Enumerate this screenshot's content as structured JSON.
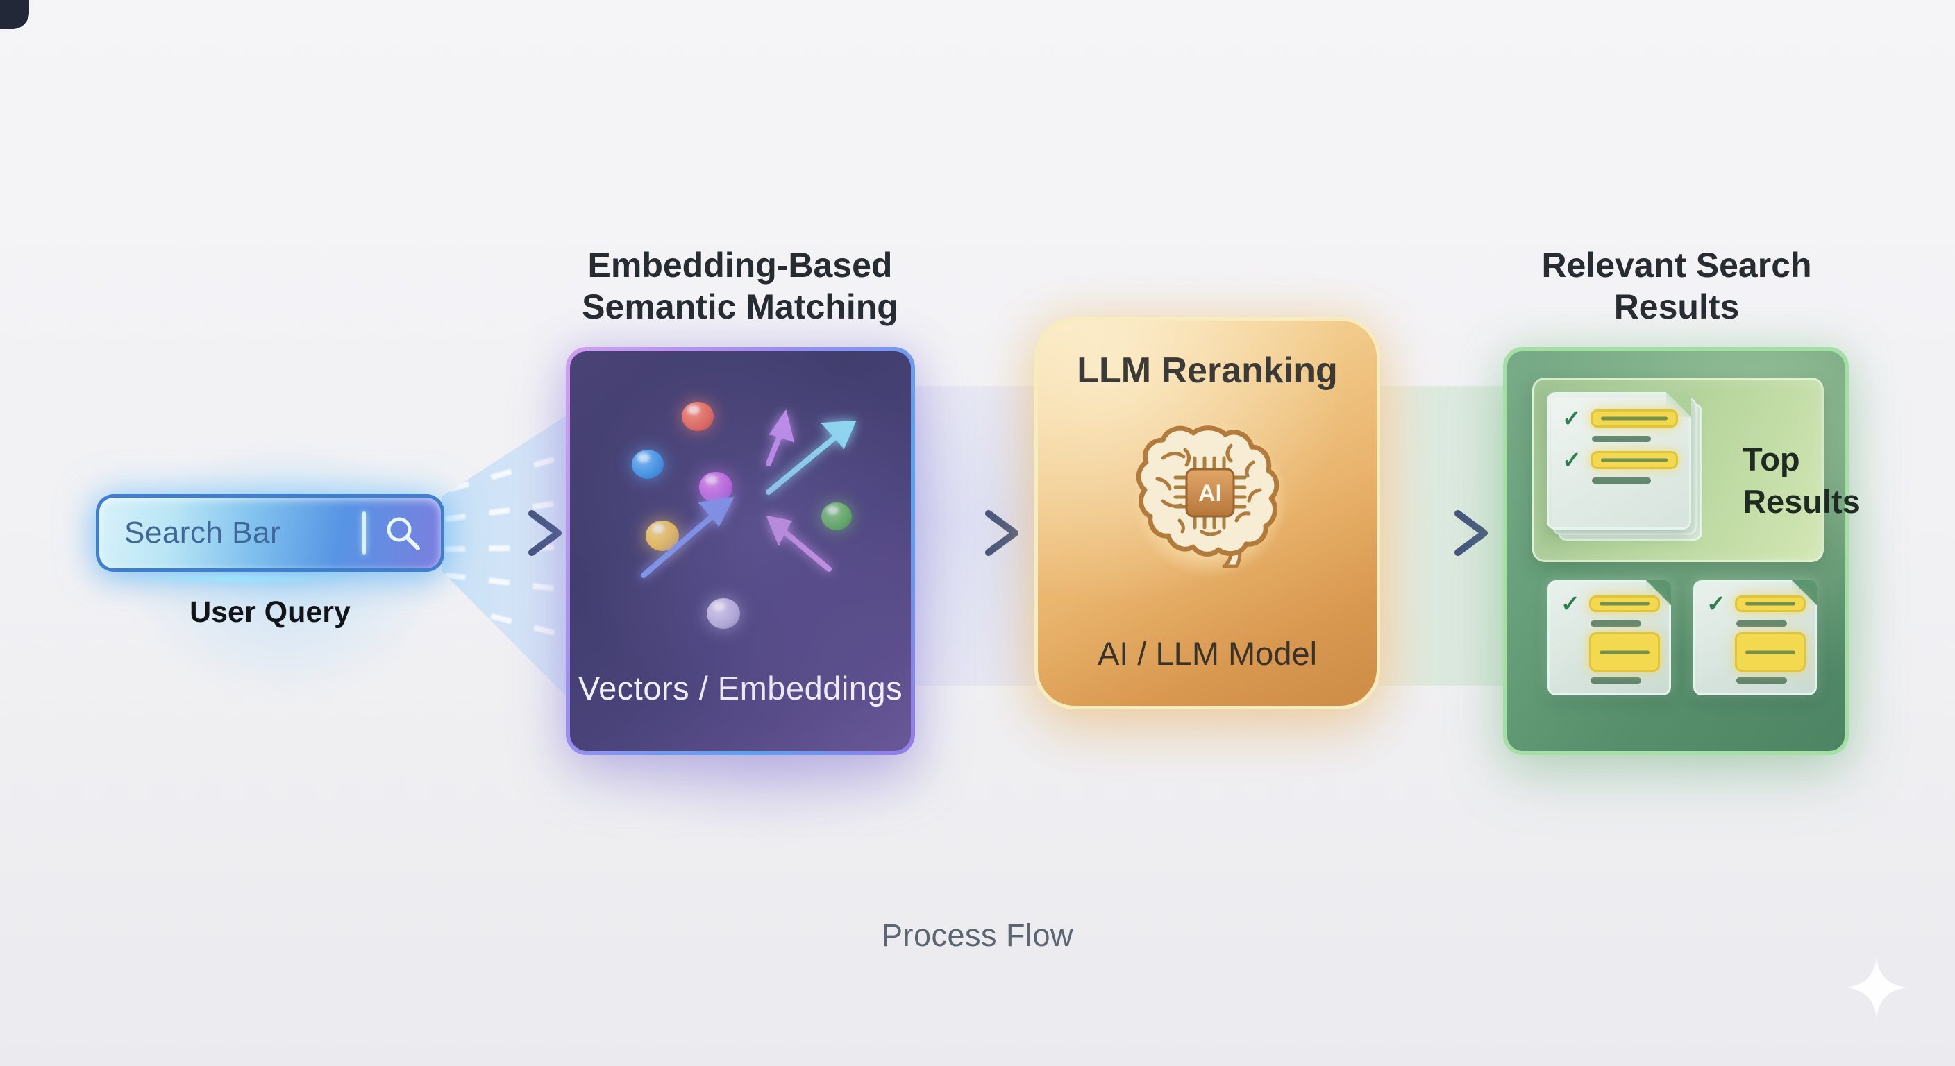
{
  "query": {
    "input_text": "Search Bar",
    "caption": "User Query",
    "icon": "magnifier-icon",
    "accent_blue": "#3f7fd0"
  },
  "embedding": {
    "title_line1": "Embedding-Based",
    "title_line2": "Semantic Matching",
    "caption": "Vectors / Embeddings",
    "sphere_colors": [
      "#e8695a",
      "#3f97e8",
      "#c964e3",
      "#f0c14b",
      "#5cb356",
      "#b9b3dc"
    ],
    "arrow_colors": {
      "cyan": "#8fe0f5",
      "blue": "#7f9bf0",
      "violet": "#c490ee",
      "pink": "#cf96e8"
    },
    "border_gradient": [
      "#d49df2",
      "#57a4ee"
    ]
  },
  "rerank": {
    "title": "LLM Reranking",
    "chip_label": "AI",
    "caption": "AI / LLM Model",
    "accent_gold": "#e9b46d"
  },
  "results": {
    "title_line1": "Relevant Search",
    "title_line2": "Results",
    "panel_label_line1": "Top",
    "panel_label_line2": "Results",
    "document_count": 3,
    "check_glyph": "✓",
    "accent_green": "#578f6c",
    "highlight_yellow": "#f3d94f"
  },
  "flow": {
    "arrow_color": "#46577e",
    "steps": [
      "User Query",
      "Embedding-Based Semantic Matching",
      "LLM Reranking",
      "Relevant Search Results"
    ]
  },
  "footer": {
    "label": "Process Flow"
  },
  "watermark": {
    "icon": "sparkle",
    "color": "#ffffff"
  }
}
